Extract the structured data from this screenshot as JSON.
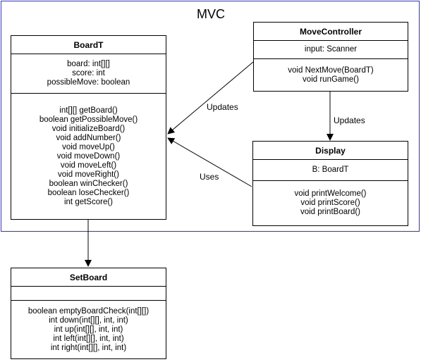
{
  "diagram": {
    "container": {
      "title": "MVC"
    },
    "classes": {
      "boardT": {
        "name": "BoardT",
        "attributes": [
          "board: int[][]",
          "score: int",
          "possibleMove: boolean"
        ],
        "methods": [
          "int[][] getBoard()",
          "boolean getPossibleMove()",
          "void initializeBoard()",
          "void addNumber()",
          "void moveUp()",
          "void moveDown()",
          "void moveLeft()",
          "void moveRight()",
          "boolean winChecker()",
          "boolean loseChecker()",
          "int getScore()"
        ]
      },
      "moveController": {
        "name": "MoveController",
        "attributes": [
          "input: Scanner"
        ],
        "methods": [
          "void NextMove(BoardT)",
          "void runGame()"
        ]
      },
      "display": {
        "name": "Display",
        "attributes": [
          "B: BoardT"
        ],
        "methods": [
          "void printWelcome()",
          "void printScore()",
          "void printBoard()"
        ]
      },
      "setBoard": {
        "name": "SetBoard",
        "attributes": [],
        "methods": [
          "boolean emptyBoardCheck(int[][])",
          "int down(int[][], int, int)",
          "int up(int[][], int, int)",
          "int left(int[][], int, int)",
          "int right(int[][], int, int)"
        ]
      }
    },
    "edges": {
      "controllerToBoard": {
        "label": "Updates"
      },
      "controllerToDisplay": {
        "label": "Updates"
      },
      "displayToBoard": {
        "label": "Uses"
      }
    },
    "colors": {
      "frame": "#3333cc",
      "lines": "#000000",
      "background": "#ffffff"
    }
  }
}
